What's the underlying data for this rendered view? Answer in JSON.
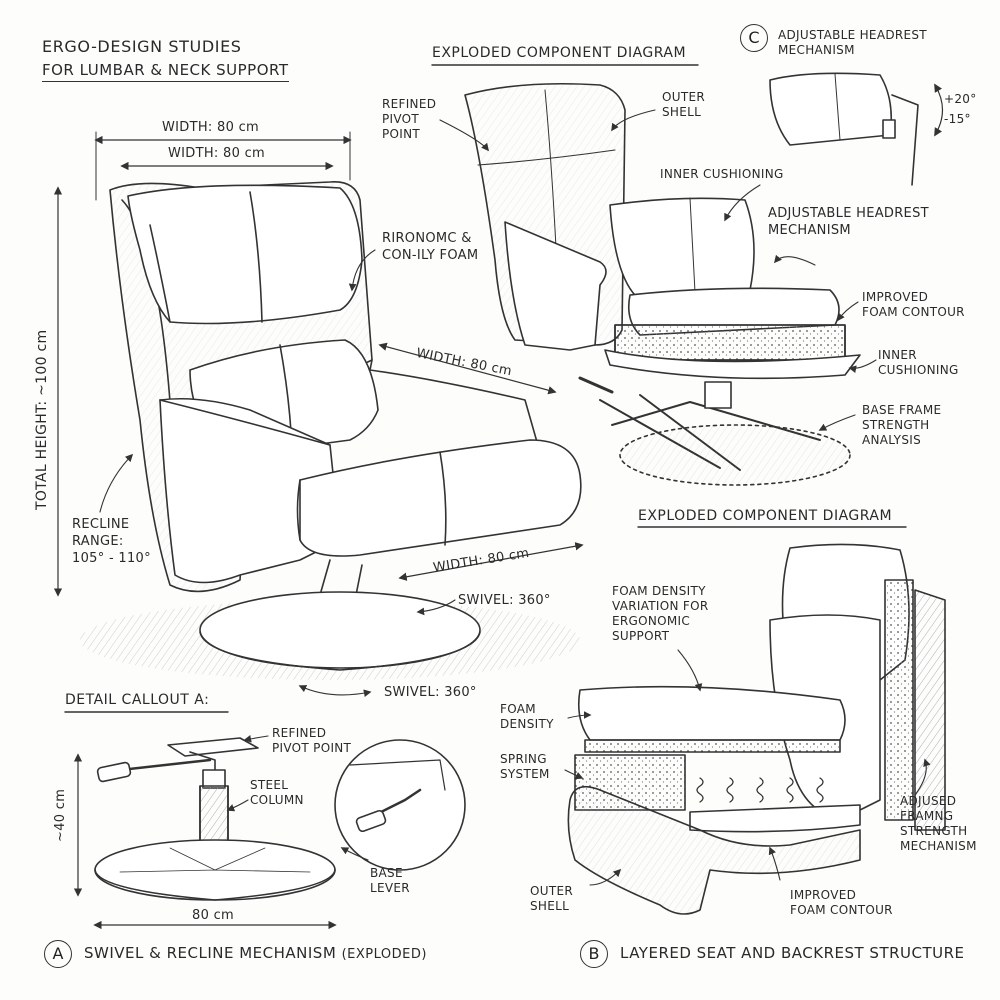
{
  "title": {
    "line1": "ERGO-DESIGN STUDIES",
    "line2": "FOR LUMBAR & NECK SUPPORT"
  },
  "main_chair": {
    "width_top_outer": "WIDTH: 80 cm",
    "width_top_inner": "WIDTH: 80 cm",
    "total_height": "TOTAL HEIGHT: ~100 cm",
    "foam_note": "RIRONOMC &\nCON-ILY FOAM",
    "width_mid": "WIDTH: 80 cm",
    "width_low": "WIDTH: 80 cm",
    "recline": "RECLINE\nRANGE:\n105° - 110°",
    "swivel_1": "SWIVEL: 360°",
    "swivel_2": "SWIVEL: 360°"
  },
  "exploded_top": {
    "heading": "EXPLODED COMPONENT DIAGRAM",
    "refined_pivot": "REFINED\nPIVOT\nPOINT",
    "outer_shell": "OUTER\nSHELL",
    "inner_cushioning_1": "INNER CUSHIONING",
    "adj_headrest": "ADJUSTABLE HEADREST\nMECHANISM",
    "improved_foam": "IMPROVED\nFOAM CONTOUR",
    "inner_cushioning_2": "INNER\nCUSHIONING",
    "base_frame": "BASE FRAME\nSTRENGTH\nANALYSIS"
  },
  "callout_c": {
    "letter": "C",
    "title": "ADJUSTABLE HEADREST\nMECHANISM",
    "angle_up": "+20°",
    "angle_down": "-15°"
  },
  "detail_a": {
    "heading": "DETAIL CALLOUT A:",
    "refined_pivot": "REFINED\nPIVOT POINT",
    "steel_column": "STEEL\nCOLUMN",
    "base_lever": "BASE\nLEVER",
    "height": "~40 cm",
    "width": "80 cm",
    "letter": "A",
    "caption": "SWIVEL & RECLINE MECHANISM",
    "caption_paren": "(EXPLODED)"
  },
  "detail_b": {
    "heading": "EXPLODED COMPONENT DIAGRAM",
    "foam_variation": "FOAM DENSITY\nVARIATION FOR\nERGONOMIC\nSUPPORT",
    "foam_density": "FOAM\nDENSITY",
    "spring_system": "SPRING\nSYSTEM",
    "outer_shell": "OUTER\nSHELL",
    "improved_foam": "IMPROVED\nFOAM CONTOUR",
    "adjused": "ADJUSED\nFRAMNG\nSTRENGTH\nMECHANISM",
    "letter": "B",
    "caption": "LAYERED SEAT AND BACKREST STRUCTURE"
  }
}
